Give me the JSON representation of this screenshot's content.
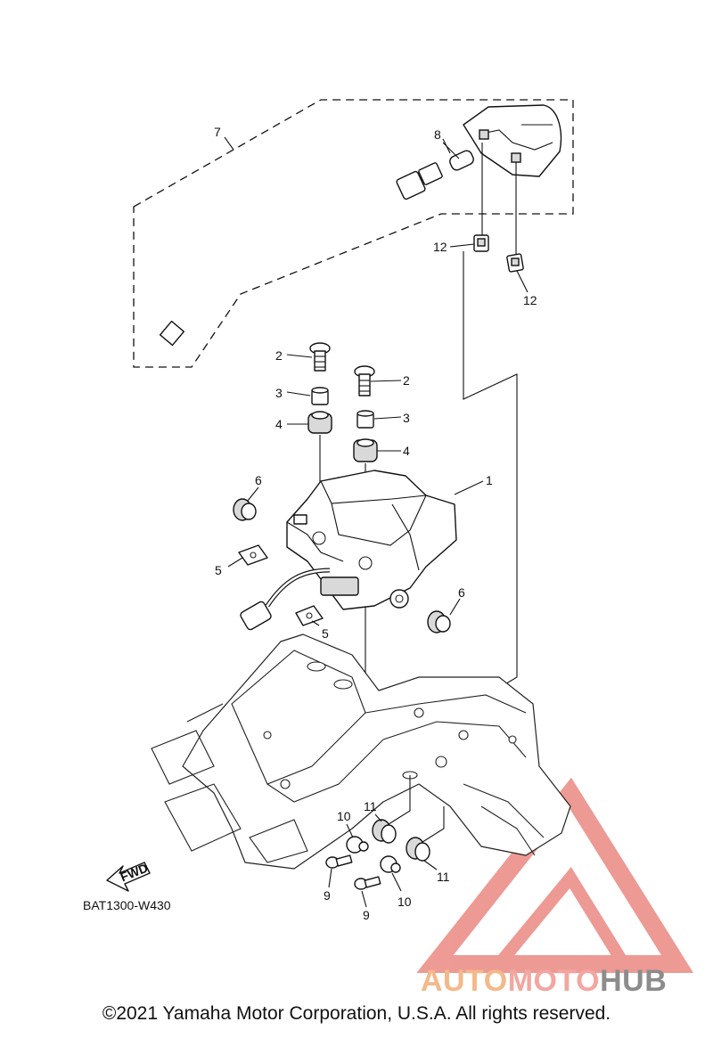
{
  "callouts": {
    "c1": "1",
    "c2a": "2",
    "c2b": "2",
    "c3a": "3",
    "c3b": "3",
    "c4a": "4",
    "c4b": "4",
    "c5a": "5",
    "c5b": "5",
    "c6a": "6",
    "c6b": "6",
    "c7": "7",
    "c8": "8",
    "c9a": "9",
    "c9b": "9",
    "c10a": "10",
    "c10b": "10",
    "c11a": "11",
    "c11b": "11",
    "c12a": "12",
    "c12b": "12"
  },
  "fwd_label": "FWD",
  "diagram_code": "BAT1300-W430",
  "watermark": {
    "auto": "AUTO",
    "moto": "MOTO",
    "hub": "HUB"
  },
  "copyright": "©2021 Yamaha Motor Corporation, U.S.A. All rights reserved.",
  "colors": {
    "watermark_red": "#e0473e",
    "watermark_orange": "#f4b88a",
    "watermark_gray": "#8c8c8c"
  }
}
